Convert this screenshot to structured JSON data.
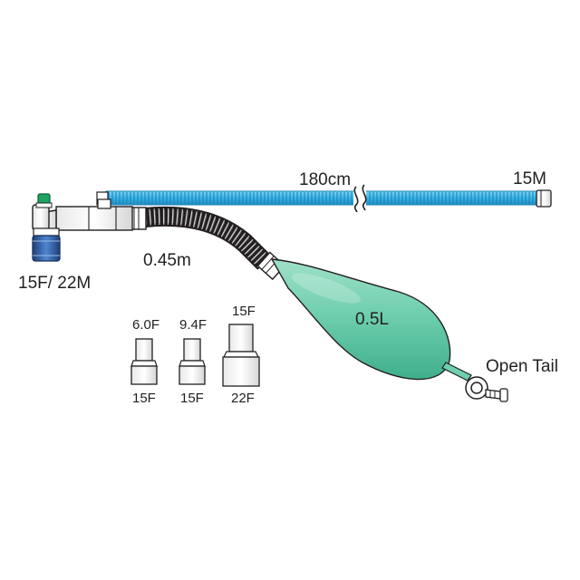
{
  "labels": {
    "connector": "15F/ 22M",
    "limb_length": "0.45m",
    "hose_length": "180cm",
    "hose_end": "15M",
    "bag_volume": "0.5L",
    "tail": "Open Tail"
  },
  "adapters": [
    {
      "top": "6.0F",
      "bottom": "15F"
    },
    {
      "top": "9.4F",
      "bottom": "15F"
    },
    {
      "top": "15F",
      "bottom": "22F"
    }
  ],
  "colors": {
    "hose_blue": "#37b4e6",
    "bag_green": "#5cc4a4",
    "cap_green": "#1aa460",
    "connector_blue": "#2f63ae",
    "outline": "#231f20"
  },
  "icons": [
    "break-mark-icon"
  ]
}
